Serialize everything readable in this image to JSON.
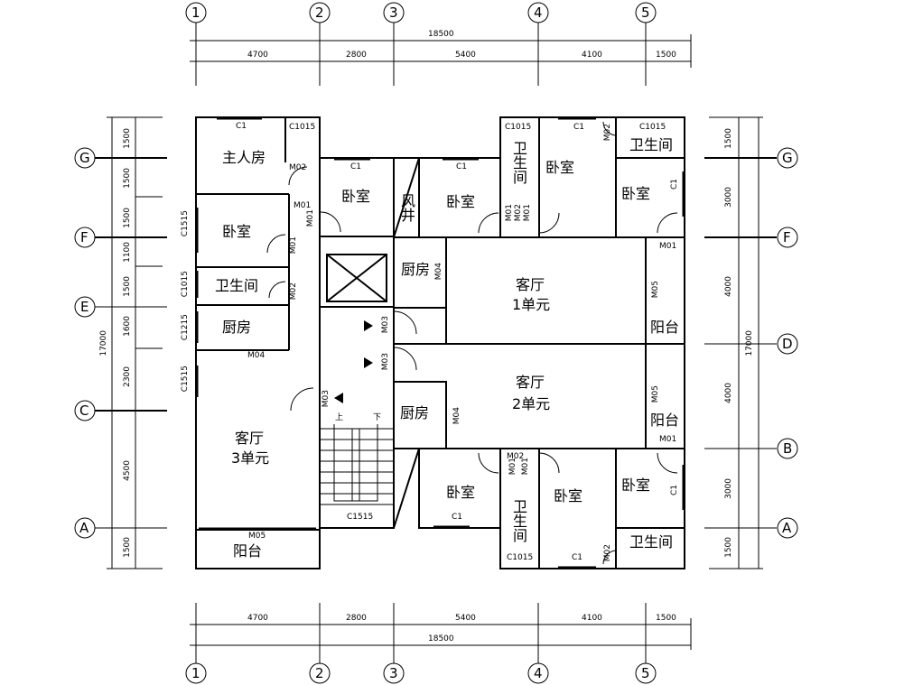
{
  "axes": {
    "columns": [
      "1",
      "2",
      "3",
      "4",
      "5"
    ],
    "rows_left": [
      "G",
      "F",
      "E",
      "C",
      "A"
    ],
    "rows_right": [
      "G",
      "F",
      "D",
      "B",
      "A"
    ]
  },
  "dimensions": {
    "top_total": "18500",
    "top_segments": [
      "4700",
      "2800",
      "5400",
      "4100",
      "1500"
    ],
    "bottom_total": "18500",
    "bottom_segments": [
      "4700",
      "2800",
      "5400",
      "4100",
      "1500"
    ],
    "left_total": "17000",
    "left_segments": [
      "1500",
      "1500",
      "1500",
      "1100",
      "1500",
      "1600",
      "2300",
      "4500",
      "1500"
    ],
    "right_total": "17000",
    "right_segments": [
      "1500",
      "3000",
      "4000",
      "4000",
      "3000",
      "1500"
    ]
  },
  "rooms": {
    "master_bedroom": "主人房",
    "bedroom": "卧室",
    "bathroom": "卫生间",
    "kitchen": "厨房",
    "living_3": "客厅",
    "unit_3": "3单元",
    "balcony": "阳台",
    "air_shaft": "风井",
    "living_1": "客厅",
    "unit_1": "1单元",
    "living_2": "客厅",
    "unit_2": "2单元",
    "stair_up": "上",
    "stair_down": "下"
  },
  "codes": {
    "c1": "C1",
    "c1015": "C1015",
    "c1515": "C1515",
    "c1215": "C1215",
    "m01": "M01",
    "m02": "M02",
    "m03": "M03",
    "m04": "M04",
    "m05": "M05"
  }
}
